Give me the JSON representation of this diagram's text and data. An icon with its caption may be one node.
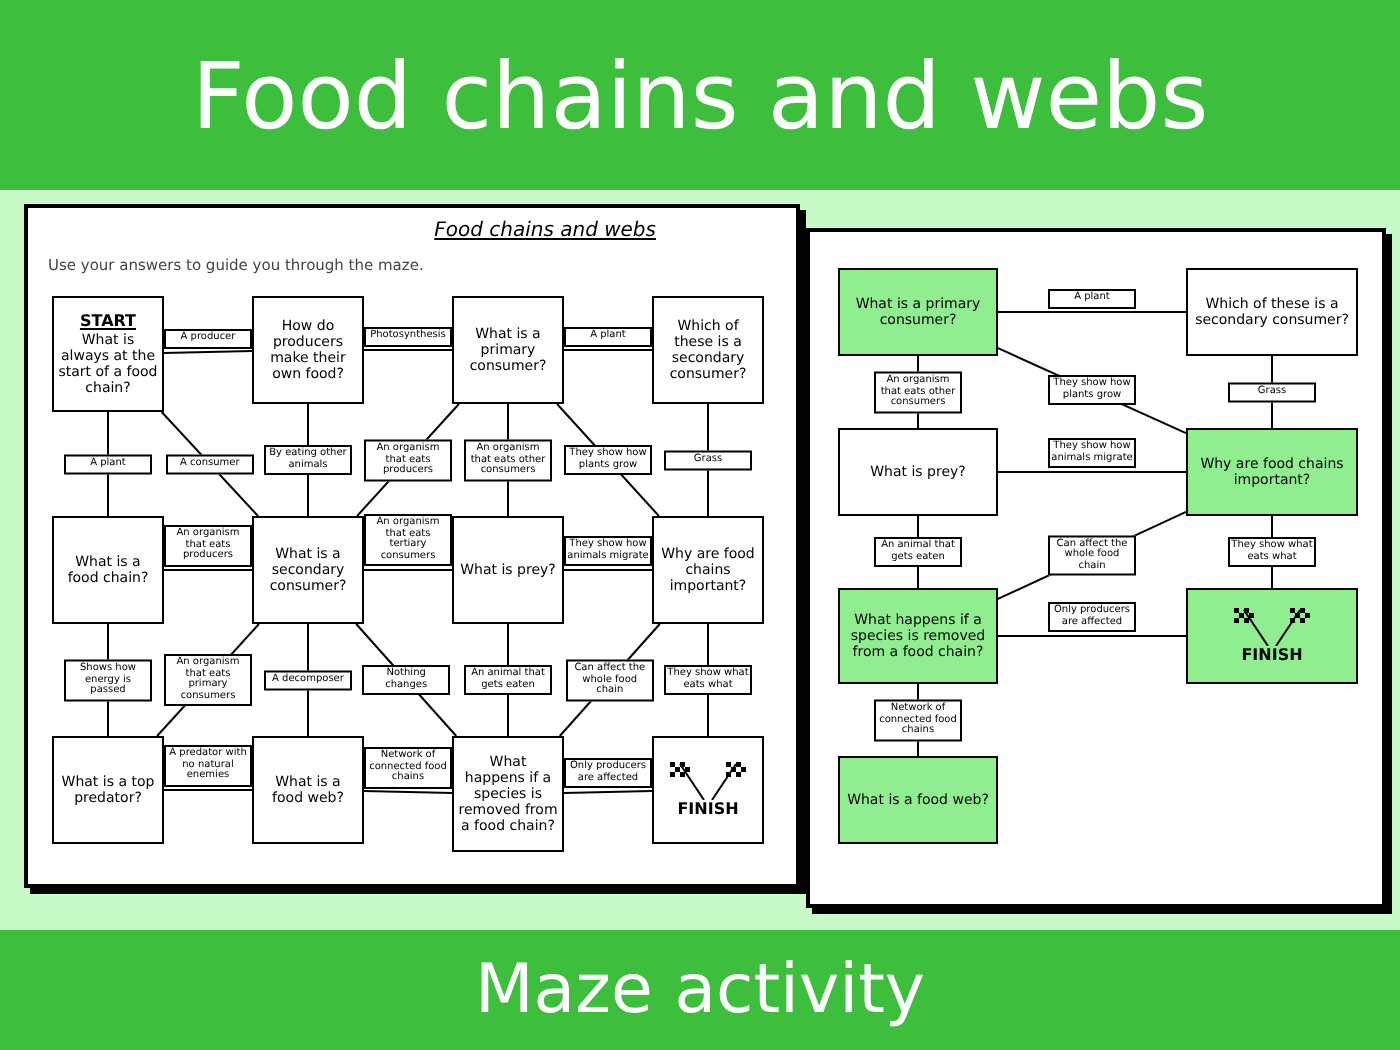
{
  "diagram": {
    "title": "Food chains and webs",
    "caption": "Maze activity",
    "nodes": [
      {
        "text": [
          "Food chains and webs",
          "Use your answers to guide you through the maze."
        ]
      },
      {
        "text": [
          "START",
          "What is always at the start of a food chain?"
        ],
        "in": 0
      },
      {
        "text": [
          "How do producers make their own food?"
        ],
        "in": 0
      },
      {
        "text": [
          "What is a primary consumer?"
        ],
        "in": 0
      },
      {
        "text": [
          "Which of these is a secondary consumer?"
        ],
        "in": 0
      },
      {
        "text": [
          "What is a food chain?"
        ],
        "in": 0
      },
      {
        "text": [
          "What is a secondary consumer?"
        ],
        "in": 0
      },
      {
        "text": [
          "What is prey?"
        ],
        "in": 0
      },
      {
        "text": [
          "Why are food chains important?"
        ],
        "in": 0
      },
      {
        "text": [
          "What is a top predator?"
        ],
        "in": 0
      },
      {
        "text": [
          "What is a food web?"
        ],
        "in": 0
      },
      {
        "text": [
          "What happens if a species is removed from a food chain?"
        ],
        "in": 0
      },
      {
        "text": [
          "FINISH"
        ],
        "in": 0
      },
      {
        "text": [],
        "shape": "box"
      },
      {
        "text": [
          "What is a primary consumer?"
        ],
        "in": 13
      },
      {
        "text": [
          "Which of these is a secondary consumer?"
        ],
        "in": 13
      },
      {
        "text": [
          "What is prey?"
        ],
        "in": 13
      },
      {
        "text": [
          "Why are food chains important?"
        ],
        "in": 13
      },
      {
        "text": [
          "What happens if a species is removed from a food chain?"
        ],
        "in": 13
      },
      {
        "text": [
          "FINISH"
        ],
        "in": 13
      },
      {
        "text": [
          "What is a food web?"
        ],
        "in": 13
      }
    ],
    "edges": [
      {
        "from": 1,
        "to": 2,
        "arrow": "none",
        "label": "A producer"
      },
      {
        "from": 1,
        "to": 5,
        "arrow": "none",
        "label": "A plant"
      },
      {
        "from": 1,
        "to": 6,
        "arrow": "none",
        "label": "A consumer"
      },
      {
        "from": 2,
        "to": 3,
        "arrow": "none",
        "label": "Photosynthesis"
      },
      {
        "from": 2,
        "to": 6,
        "arrow": "none",
        "label": "By eating other animals"
      },
      {
        "from": 6,
        "to": 3,
        "arrow": "none",
        "label": "An organism that eats producers"
      },
      {
        "from": 3,
        "to": 4,
        "arrow": "none",
        "label": "A plant"
      },
      {
        "from": 3,
        "to": 7,
        "arrow": "none",
        "label": "An organism that eats other consumers"
      },
      {
        "from": 3,
        "to": 8,
        "arrow": "none",
        "label": "They show how plants grow"
      },
      {
        "from": 4,
        "to": 8,
        "arrow": "none",
        "label": "Grass"
      },
      {
        "from": 5,
        "to": 6,
        "arrow": "none",
        "label": "An organism that eats producers"
      },
      {
        "from": 5,
        "to": 9,
        "arrow": "none",
        "label": "Shows how energy is passed"
      },
      {
        "from": 6,
        "to": 7,
        "arrow": "none",
        "label": "An organism that eats tertiary consumers"
      },
      {
        "from": 6,
        "to": 9,
        "arrow": "none",
        "label": "An organism that eats primary consumers"
      },
      {
        "from": 6,
        "to": 10,
        "arrow": "none",
        "label": "A decomposer"
      },
      {
        "from": 6,
        "to": 11,
        "arrow": "none",
        "label": "Nothing changes"
      },
      {
        "from": 7,
        "to": 8,
        "arrow": "none",
        "label": "They show how animals migrate"
      },
      {
        "from": 7,
        "to": 11,
        "arrow": "none",
        "label": "An animal that gets eaten"
      },
      {
        "from": 8,
        "to": 11,
        "arrow": "none",
        "label": "Can affect the whole food chain"
      },
      {
        "from": 8,
        "to": 12,
        "arrow": "none",
        "label": "They show what eats what"
      },
      {
        "from": 9,
        "to": 10,
        "arrow": "none",
        "label": "A predator with no natural enemies"
      },
      {
        "from": 10,
        "to": 11,
        "arrow": "none",
        "label": "Network of connected food chains"
      },
      {
        "from": 11,
        "to": 12,
        "arrow": "none",
        "label": "Only producers are affected"
      },
      {
        "from": 14,
        "to": 15,
        "arrow": "none",
        "label": "A plant"
      },
      {
        "from": 14,
        "to": 16,
        "arrow": "none",
        "label": "An organism that eats other consumers"
      },
      {
        "from": 14,
        "to": 17,
        "arrow": "none",
        "label": "They show how plants grow"
      },
      {
        "from": 15,
        "to": 17,
        "arrow": "none",
        "label": "Grass"
      },
      {
        "from": 16,
        "to": 17,
        "arrow": "none",
        "label": "They show how animals migrate"
      },
      {
        "from": 16,
        "to": 18,
        "arrow": "none",
        "label": "An animal that gets eaten"
      },
      {
        "from": 17,
        "to": 18,
        "arrow": "none",
        "label": "Can affect the whole food chain"
      },
      {
        "from": 17,
        "to": 19,
        "arrow": "none",
        "label": "They show what eats what"
      },
      {
        "from": 18,
        "to": 19,
        "arrow": "none",
        "label": "Only producers are affected"
      },
      {
        "from": 20,
        "to": 18,
        "arrow": "none",
        "label": "Network of connected food chains"
      }
    ]
  }
}
